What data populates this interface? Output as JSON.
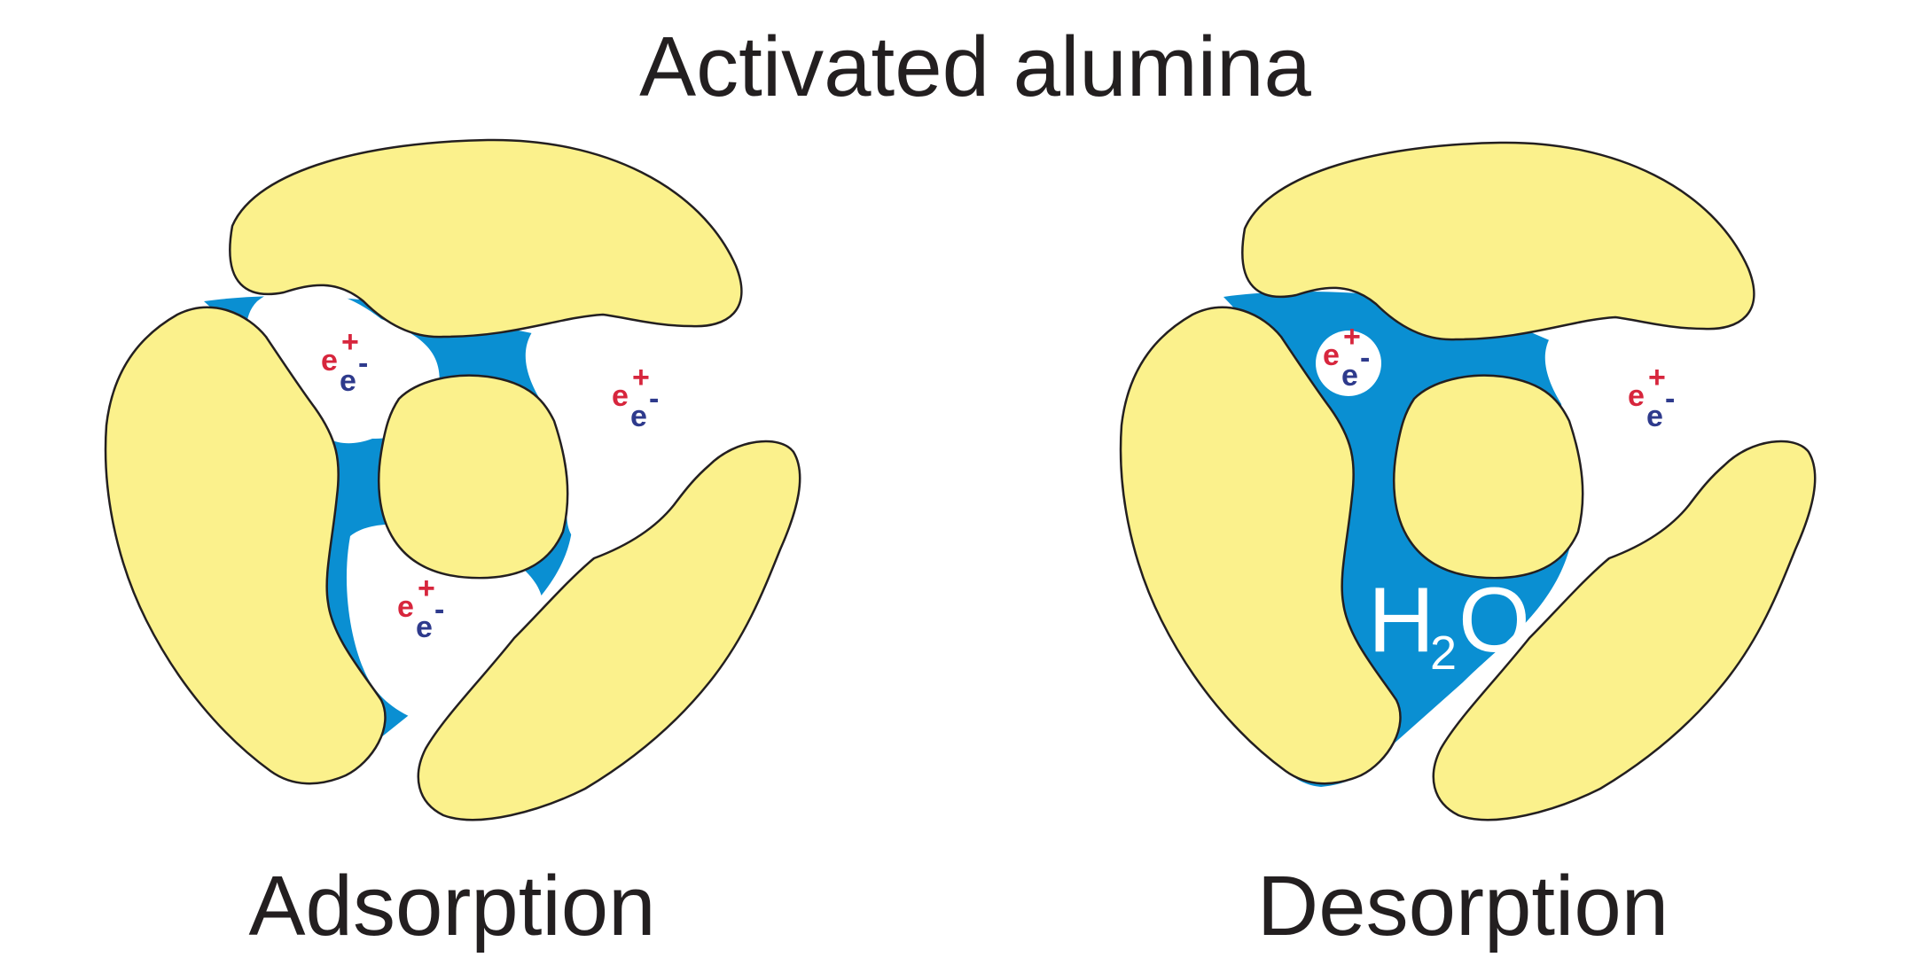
{
  "title": "Activated alumina",
  "panels": [
    {
      "caption": "Adsorption",
      "pores": [
        {
          "pos": "e",
          "pos_sup": "+",
          "neg": "e",
          "neg_sup": "-"
        },
        {
          "pos": "e",
          "pos_sup": "+",
          "neg": "e",
          "neg_sup": "-"
        },
        {
          "pos": "e",
          "pos_sup": "+",
          "neg": "e",
          "neg_sup": "-"
        }
      ]
    },
    {
      "caption": "Desorption",
      "pores": [
        {
          "pos": "e",
          "pos_sup": "+",
          "neg": "e",
          "neg_sup": "-"
        },
        {
          "pos": "e",
          "pos_sup": "+",
          "neg": "e",
          "neg_sup": "-"
        }
      ],
      "molecule": {
        "symbol": "H",
        "subscript": "2",
        "symbol2": "O"
      }
    }
  ],
  "colors": {
    "grain": "#fbf18c",
    "water": "#0a8fd2",
    "outline": "#231f20",
    "positive_charge": "#d7263d",
    "negative_charge": "#2e3a8c"
  }
}
